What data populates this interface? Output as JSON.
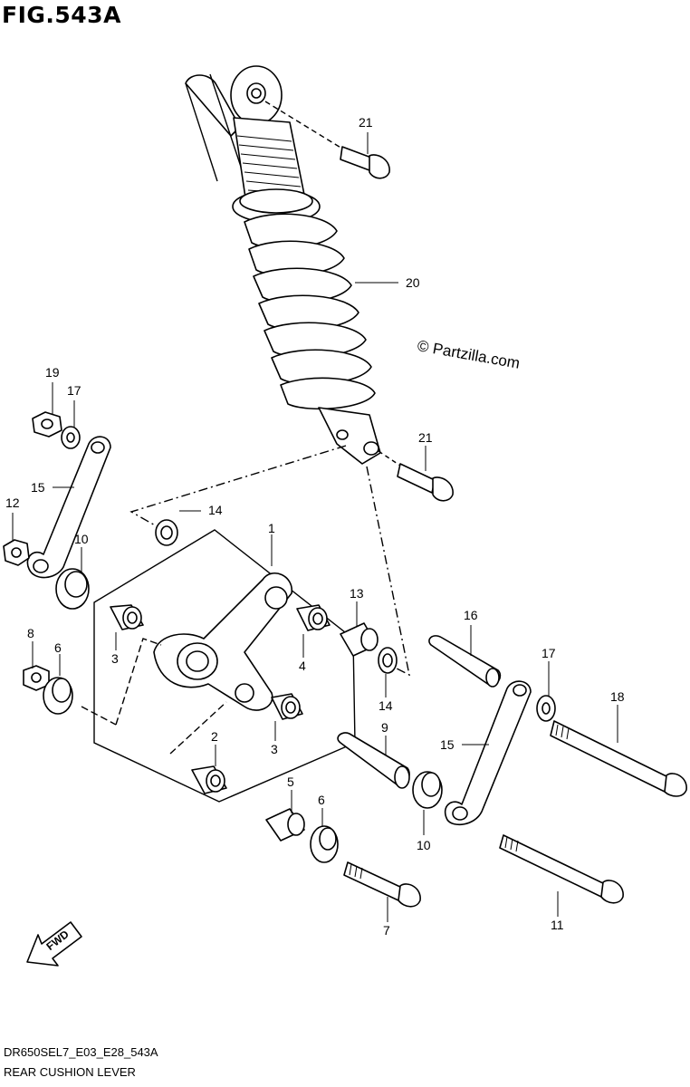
{
  "figure": {
    "title": "FIG.543A",
    "code": "DR650SEL7_E03_E28_543A",
    "name": "REAR CUSHION LEVER",
    "copyright": "© Partzilla.com",
    "fwd_label": "FWD"
  },
  "callouts": [
    {
      "id": "c21a",
      "label": "21"
    },
    {
      "id": "c20",
      "label": "20"
    },
    {
      "id": "c19",
      "label": "19"
    },
    {
      "id": "c17a",
      "label": "17"
    },
    {
      "id": "c21b",
      "label": "21"
    },
    {
      "id": "c15a",
      "label": "15"
    },
    {
      "id": "c12",
      "label": "12"
    },
    {
      "id": "c14a",
      "label": "14"
    },
    {
      "id": "c1",
      "label": "1"
    },
    {
      "id": "c10a",
      "label": "10"
    },
    {
      "id": "c13",
      "label": "13"
    },
    {
      "id": "c16",
      "label": "16"
    },
    {
      "id": "c3a",
      "label": "3"
    },
    {
      "id": "c4",
      "label": "4"
    },
    {
      "id": "c8",
      "label": "8"
    },
    {
      "id": "c6a",
      "label": "6"
    },
    {
      "id": "c17b",
      "label": "17"
    },
    {
      "id": "c18",
      "label": "18"
    },
    {
      "id": "c14b",
      "label": "14"
    },
    {
      "id": "c2",
      "label": "2"
    },
    {
      "id": "c3b",
      "label": "3"
    },
    {
      "id": "c9",
      "label": "9"
    },
    {
      "id": "c15b",
      "label": "15"
    },
    {
      "id": "c5",
      "label": "5"
    },
    {
      "id": "c6b",
      "label": "6"
    },
    {
      "id": "c10b",
      "label": "10"
    },
    {
      "id": "c11",
      "label": "11"
    },
    {
      "id": "c7",
      "label": "7"
    }
  ]
}
